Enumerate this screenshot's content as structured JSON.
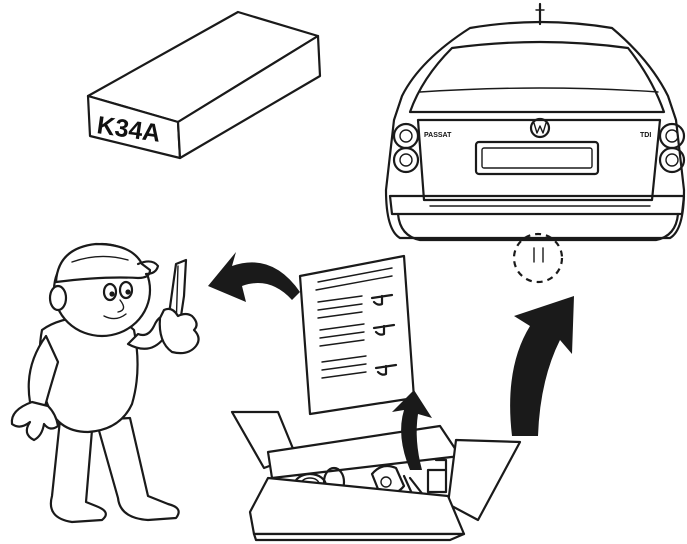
{
  "part_box": {
    "code": "K34A"
  },
  "car": {
    "left_badge": "PASSAT",
    "right_badge": "TDI"
  },
  "icons": [
    "part-box",
    "mechanic-figure",
    "instructions-sheet",
    "kit-box",
    "car-rear",
    "arrow-icon"
  ]
}
